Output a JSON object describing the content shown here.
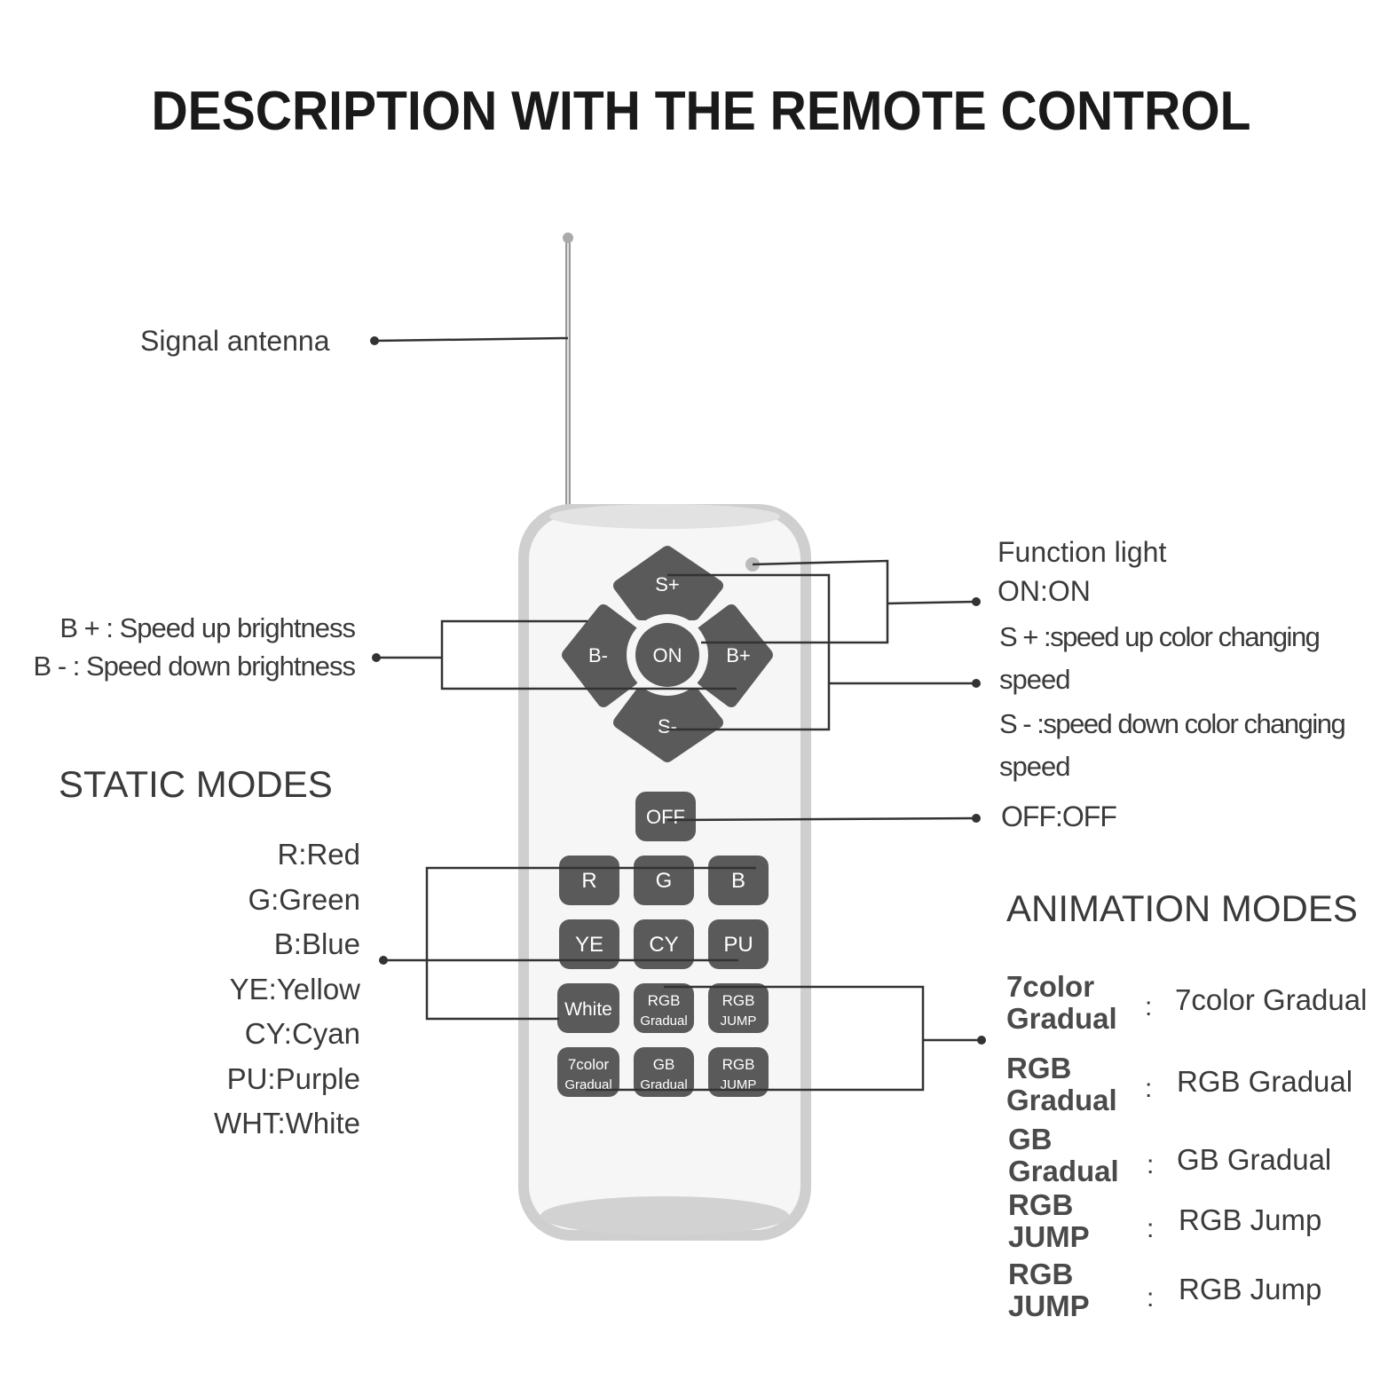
{
  "title": "DESCRIPTION WITH THE REMOTE CONTROL",
  "antenna_label": "Signal antenna",
  "brightness": {
    "b_plus": "B + : Speed up brightness",
    "b_minus": "B - : Speed down brightness"
  },
  "function_light": {
    "heading": "Function light",
    "on": "ON:ON",
    "s_plus_a": "S + :speed up color changing",
    "s_plus_b": "speed",
    "s_minus_a": "S - :speed down color  changing",
    "s_minus_b": "speed",
    "off": "OFF:OFF"
  },
  "static_modes": {
    "heading": "STATIC MODES",
    "items": [
      "R:Red",
      "G:Green",
      "B:Blue",
      "YE:Yellow",
      "CY:Cyan",
      "PU:Purple",
      "WHT:White"
    ]
  },
  "animation_modes": {
    "heading": "ANIMATION MODES",
    "items": [
      {
        "key1": "7color",
        "key2": "Gradual",
        "sep": ":",
        "value": "7color Gradual"
      },
      {
        "key1": "RGB",
        "key2": "Gradual",
        "sep": ":",
        "value": "RGB Gradual"
      },
      {
        "key1": "GB",
        "key2": "Gradual",
        "sep": ":",
        "value": "GB Gradual"
      },
      {
        "key1": "RGB",
        "key2": "JUMP",
        "sep": ":",
        "value": "RGB Jump"
      },
      {
        "key1": "RGB",
        "key2": "JUMP",
        "sep": ":",
        "value": "RGB Jump"
      }
    ]
  },
  "remote_buttons": {
    "s_plus": "S+",
    "s_minus": "S-",
    "b_minus": "B-",
    "b_plus": "B+",
    "on": "ON",
    "off": "OFF",
    "r": "R",
    "g": "G",
    "b": "B",
    "ye": "YE",
    "cy": "CY",
    "pu": "PU",
    "white": "White",
    "rgb_gradual_1": "RGB",
    "rgb_gradual_2": "Gradual",
    "rgb_jump_1": "RGB",
    "rgb_jump_2": "JUMP",
    "color7_1": "7color",
    "color7_2": "Gradual",
    "gb_gradual_1": "GB",
    "gb_gradual_2": "Gradual",
    "rgb_jump2_1": "RGB",
    "rgb_jump2_2": "JUMP"
  },
  "colors": {
    "button": "#5a5a5a",
    "remote_body": "#f4f4f4",
    "remote_edge": "#cfcfcf",
    "line": "#333333"
  }
}
